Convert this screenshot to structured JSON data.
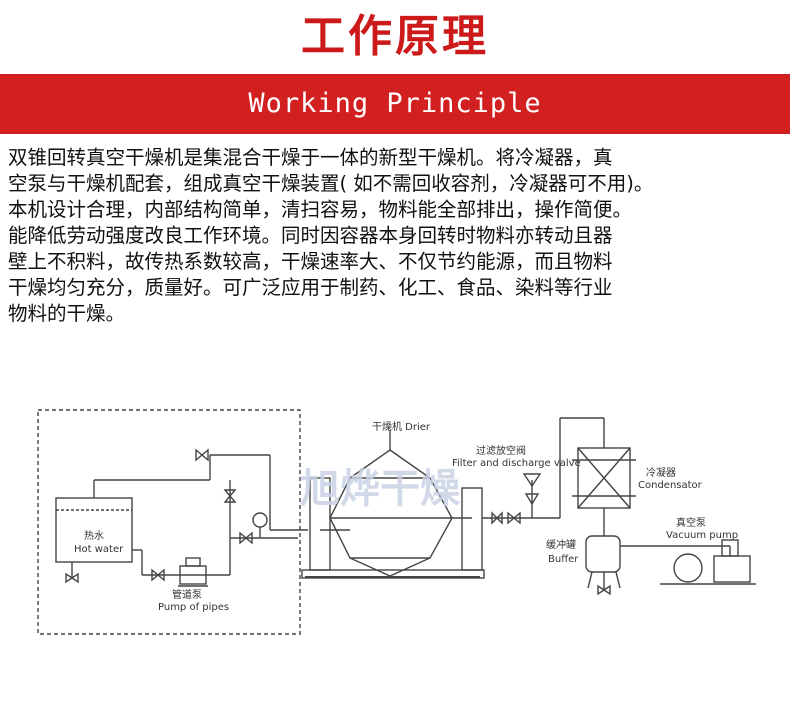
{
  "header": {
    "title": "工作原理",
    "subtitle": "Working Principle"
  },
  "description": {
    "lines": [
      "双锥回转真空干燥机是集混合干燥于一体的新型干燥机。将冷凝器，真",
      "空泵与干燥机配套，组成真空干燥装置( 如不需回收容剂，冷凝器可不用)。",
      "本机设计合理，内部结构简单，清扫容易，物料能全部排出，操作简便。",
      "能降低劳动强度改良工作环境。同时因容器本身回转时物料亦转动且器",
      "壁上不积料，故传热系数较高，干燥速率大、不仅节约能源，而且物料",
      "干燥均匀充分，质量好。可广泛应用于制药、化工、食品、染料等行业",
      "物料的干燥。"
    ]
  },
  "diagram": {
    "watermark": "旭烨干燥",
    "labels": {
      "hot_water_cn": "热水",
      "hot_water_en": "Hot water",
      "pump_cn": "管道泵",
      "pump_en": "Pump of pipes",
      "drier_label": "干燥机  Drier",
      "filter_cn": "过滤放空阀",
      "filter_en": "Filter and discharge valve",
      "condenser_cn": "冷凝器",
      "condenser_en": "Condensator",
      "vacuum_cn": "真空泵",
      "vacuum_en": "Vacuum pump",
      "buffer_cn": "缓冲罐",
      "buffer_en": "Buffer"
    },
    "colors": {
      "line": "#444444",
      "watermark": "#c9d3e6"
    }
  }
}
